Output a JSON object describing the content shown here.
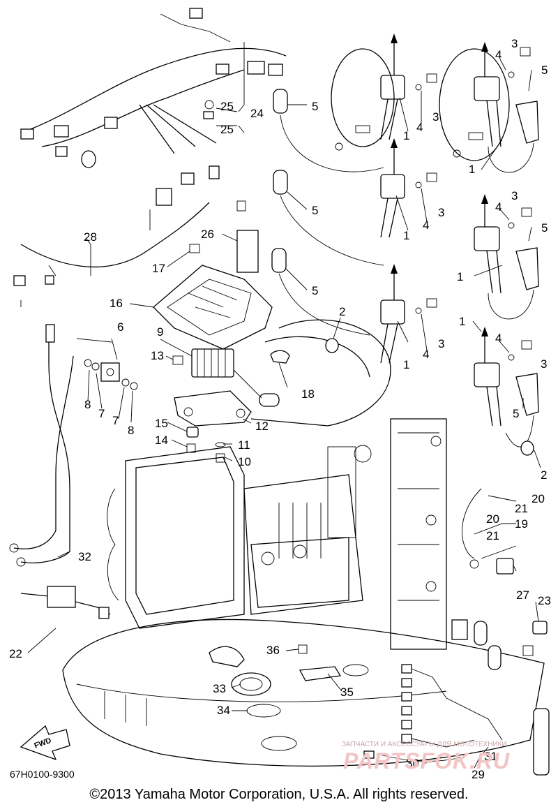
{
  "diagram": {
    "title": "",
    "fwd_label": "FWD",
    "watermark_top": "ЗАПЧАСТИ И АКСЕССУАРЫ ДЛЯ МОТОТЕХНИКИ",
    "watermark_main": "PARTSFOK.RU"
  },
  "footer": {
    "code": "67H0100-9300",
    "copyright": "©2013 Yamaha Motor Corporation, U.S.A. All rights reserved."
  },
  "callouts": [
    {
      "id": "c1a",
      "label": "1"
    },
    {
      "id": "c1b",
      "label": "1"
    },
    {
      "id": "c1c",
      "label": "1"
    },
    {
      "id": "c1d",
      "label": "1"
    },
    {
      "id": "c1e",
      "label": "1"
    },
    {
      "id": "c1f",
      "label": "1"
    },
    {
      "id": "c1g",
      "label": "1"
    },
    {
      "id": "c2a",
      "label": "2"
    },
    {
      "id": "c2b",
      "label": "2"
    },
    {
      "id": "c3a",
      "label": "3"
    },
    {
      "id": "c3b",
      "label": "3"
    },
    {
      "id": "c3c",
      "label": "3"
    },
    {
      "id": "c3d",
      "label": "3"
    },
    {
      "id": "c3e",
      "label": "3"
    },
    {
      "id": "c3f",
      "label": "3"
    },
    {
      "id": "c4a",
      "label": "4"
    },
    {
      "id": "c4b",
      "label": "4"
    },
    {
      "id": "c4c",
      "label": "4"
    },
    {
      "id": "c4d",
      "label": "4"
    },
    {
      "id": "c4e",
      "label": "4"
    },
    {
      "id": "c4f",
      "label": "4"
    },
    {
      "id": "c5a",
      "label": "5"
    },
    {
      "id": "c5b",
      "label": "5"
    },
    {
      "id": "c5c",
      "label": "5"
    },
    {
      "id": "c5d",
      "label": "5"
    },
    {
      "id": "c5e",
      "label": "5"
    },
    {
      "id": "c5f",
      "label": "5"
    },
    {
      "id": "c6",
      "label": "6"
    },
    {
      "id": "c7a",
      "label": "7"
    },
    {
      "id": "c7b",
      "label": "7"
    },
    {
      "id": "c8a",
      "label": "8"
    },
    {
      "id": "c8b",
      "label": "8"
    },
    {
      "id": "c9",
      "label": "9"
    },
    {
      "id": "c10",
      "label": "10"
    },
    {
      "id": "c11",
      "label": "11"
    },
    {
      "id": "c12",
      "label": "12"
    },
    {
      "id": "c13",
      "label": "13"
    },
    {
      "id": "c14",
      "label": "14"
    },
    {
      "id": "c15",
      "label": "15"
    },
    {
      "id": "c16",
      "label": "16"
    },
    {
      "id": "c17",
      "label": "17"
    },
    {
      "id": "c18",
      "label": "18"
    },
    {
      "id": "c19",
      "label": "19"
    },
    {
      "id": "c20a",
      "label": "20"
    },
    {
      "id": "c20b",
      "label": "20"
    },
    {
      "id": "c21a",
      "label": "21"
    },
    {
      "id": "c21b",
      "label": "21"
    },
    {
      "id": "c22",
      "label": "22"
    },
    {
      "id": "c23",
      "label": "23"
    },
    {
      "id": "c24",
      "label": "24"
    },
    {
      "id": "c25a",
      "label": "25"
    },
    {
      "id": "c25b",
      "label": "25"
    },
    {
      "id": "c26",
      "label": "26"
    },
    {
      "id": "c27",
      "label": "27"
    },
    {
      "id": "c28",
      "label": "28"
    },
    {
      "id": "c29",
      "label": "29"
    },
    {
      "id": "c30",
      "label": "30"
    },
    {
      "id": "c31",
      "label": "31"
    },
    {
      "id": "c32",
      "label": "32"
    },
    {
      "id": "c33",
      "label": "33"
    },
    {
      "id": "c34",
      "label": "34"
    },
    {
      "id": "c35",
      "label": "35"
    },
    {
      "id": "c36",
      "label": "36"
    }
  ]
}
